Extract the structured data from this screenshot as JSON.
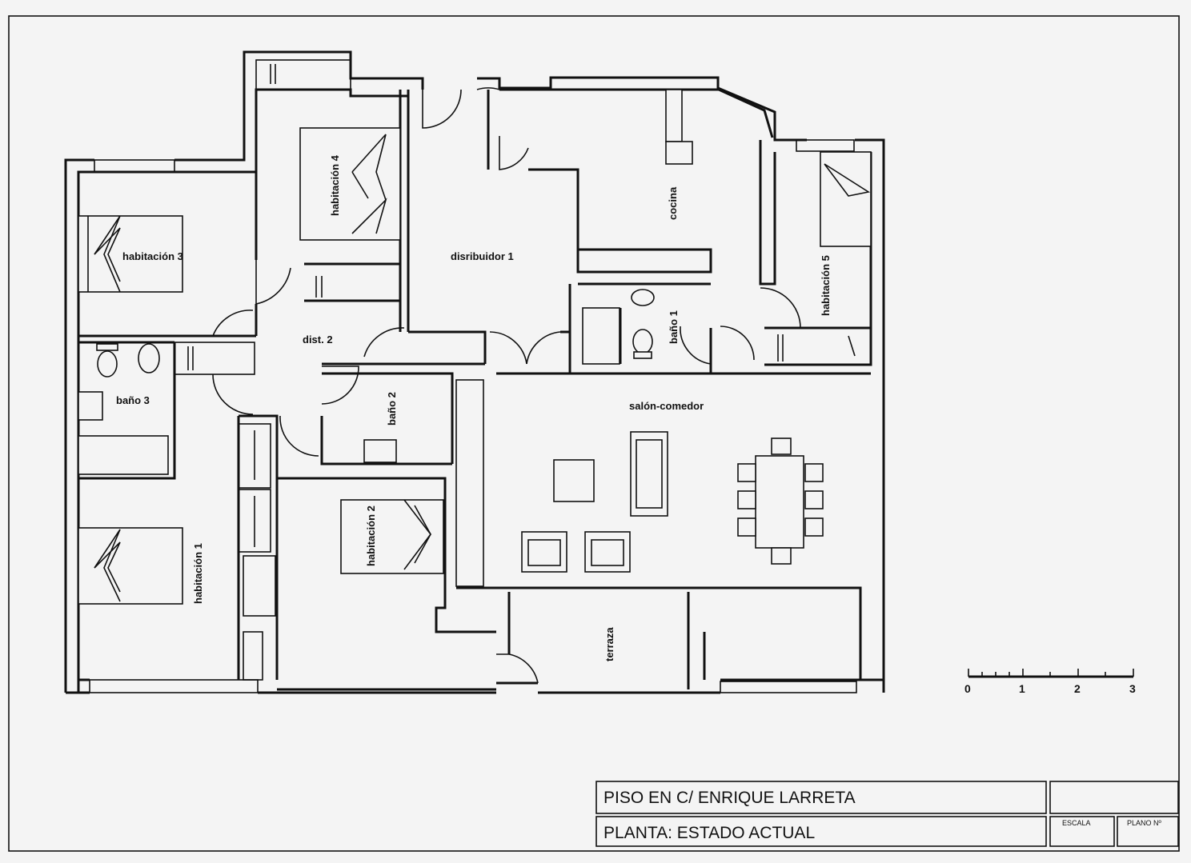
{
  "rooms": {
    "habitacion_1": "habitación 1",
    "habitacion_2": "habitación 2",
    "habitacion_3": "habitación 3",
    "habitacion_4": "habitación 4",
    "habitacion_5": "habitación 5",
    "distribuidor_1": "disribuidor 1",
    "distribuidor_2": "dist. 2",
    "bano_1": "baño 1",
    "bano_2": "baño 2",
    "bano_3": "baño 3",
    "cocina": "cocina",
    "salon_comedor": "salón-comedor",
    "terraza": "terraza"
  },
  "scale_bar": {
    "ticks": [
      "0",
      "1",
      "2",
      "3"
    ]
  },
  "title_block": {
    "project": "PISO EN C/ ENRIQUE LARRETA",
    "sheet": "PLANTA: ESTADO ACTUAL",
    "escala_label": "ESCALA",
    "plano_label": "PLANO Nº"
  }
}
